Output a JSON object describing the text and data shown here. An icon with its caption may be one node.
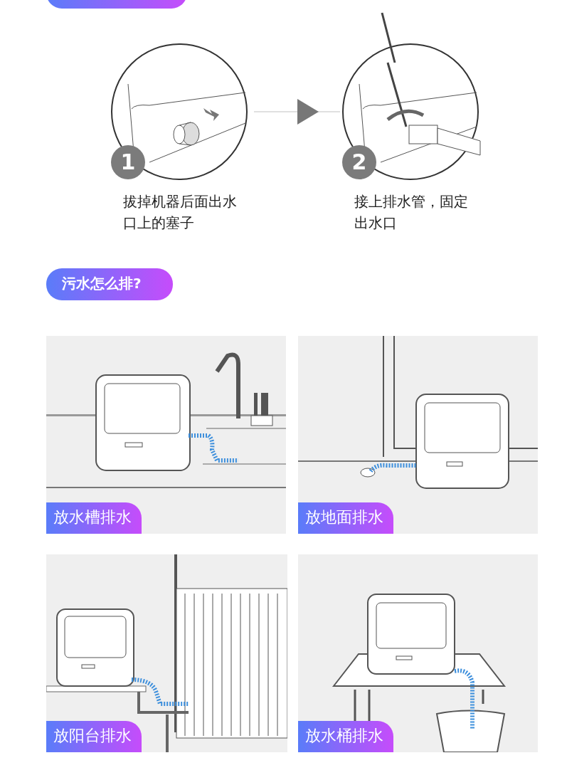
{
  "diagram": {
    "nodes": [
      {
        "text": [
          "1",
          "拔掉机器后面出水口上的塞子"
        ]
      },
      {
        "text": [
          "2",
          "接上排水管，固定出水口"
        ]
      },
      {
        "text": [
          "放水槽排水"
        ]
      },
      {
        "text": [
          "放地面排水"
        ]
      },
      {
        "text": [
          "放阳台排水"
        ]
      },
      {
        "text": [
          "放水桶排水"
        ]
      }
    ],
    "edges": [
      {
        "from": 0,
        "to": 1,
        "arrow": "to"
      }
    ],
    "labels": [
      "污水怎么排?"
    ]
  }
}
